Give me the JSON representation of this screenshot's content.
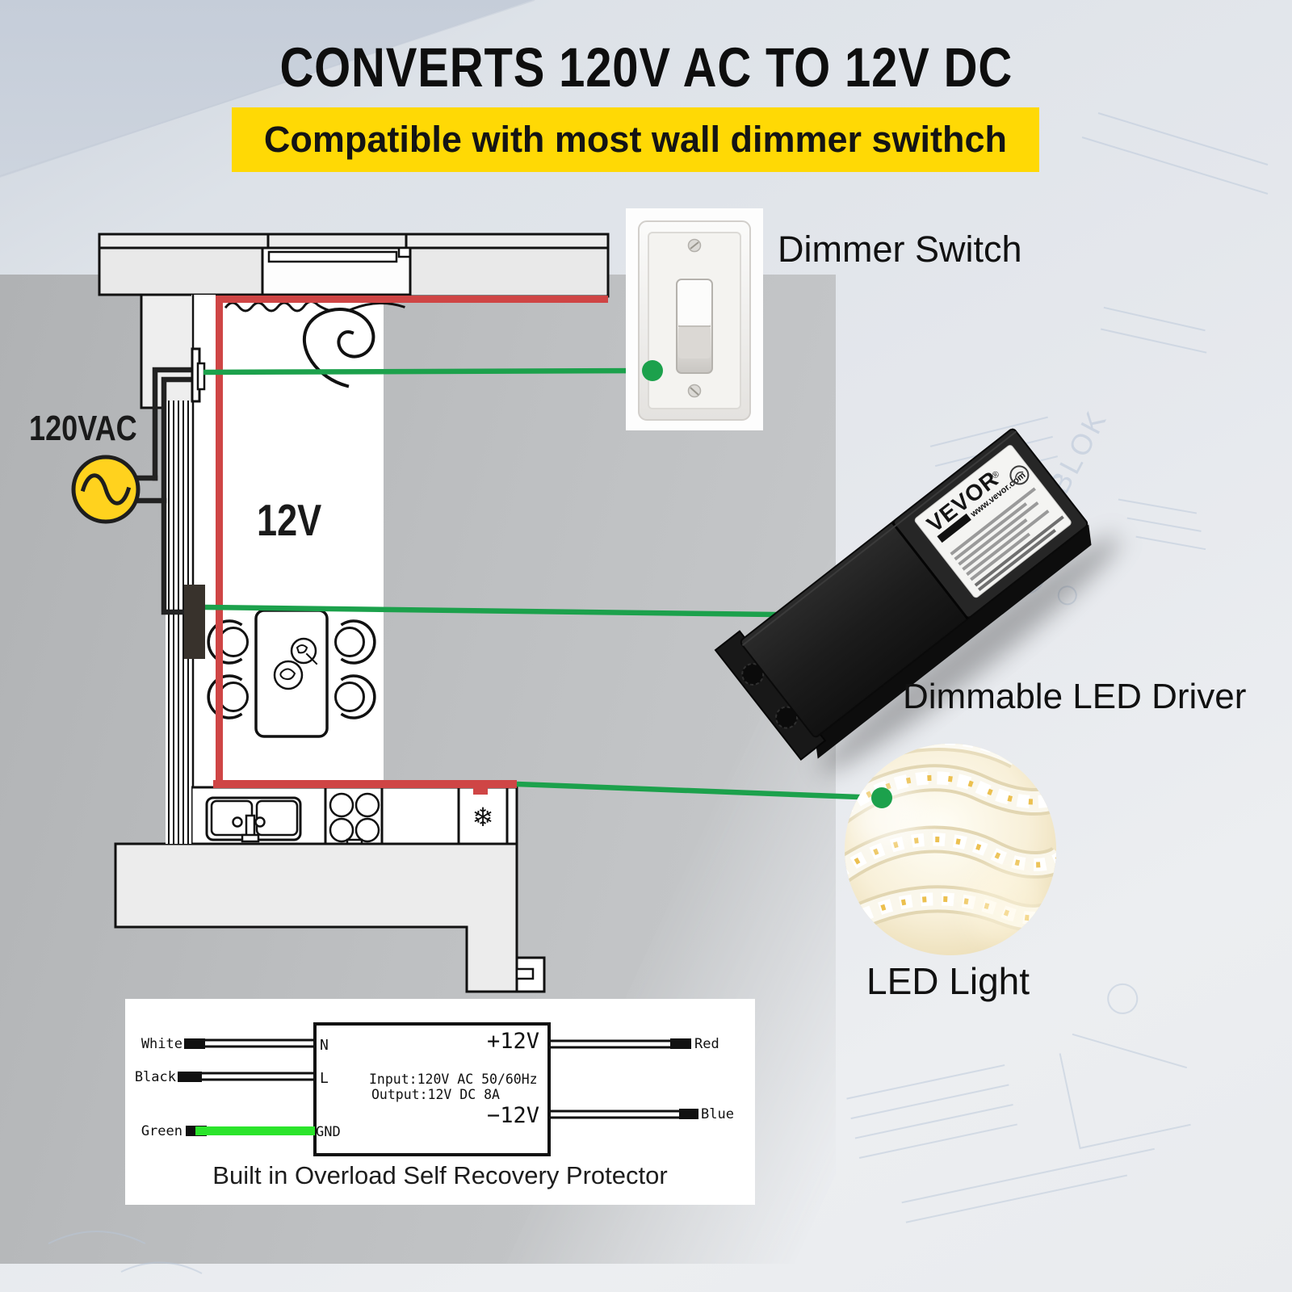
{
  "title": "CONVERTS 120V AC TO 12V DC",
  "banner": "Compatible with most wall dimmer swithch",
  "labels": {
    "source": "120VAC",
    "wall": "12V",
    "dimmer": "Dimmer Switch",
    "driver": "Dimmable LED Driver",
    "led": "LED Light"
  },
  "driver_photo": {
    "brand": "VEVOR",
    "reg": "®",
    "site": "www.vevor.com"
  },
  "icons": {
    "snowflake": "❄"
  },
  "wiring": {
    "caption": "Built in Overload Self Recovery Protector",
    "spec_input": "Input:120V AC 50/60Hz",
    "spec_output": "Output:12V DC 8A",
    "terminals": {
      "n": "N",
      "l": "L",
      "gnd": "GND",
      "pos": "+12V",
      "neg": "−12V"
    },
    "wires": {
      "white": "White",
      "black": "Black",
      "green": "Green",
      "red": "Red",
      "blue": "Blue"
    }
  },
  "colors": {
    "accent_green": "#1ca14c",
    "wire_red": "#cf4545",
    "banner_yellow": "#ffd905",
    "ac_source_yellow": "#ffd21e",
    "ground_green": "#2be42b"
  }
}
